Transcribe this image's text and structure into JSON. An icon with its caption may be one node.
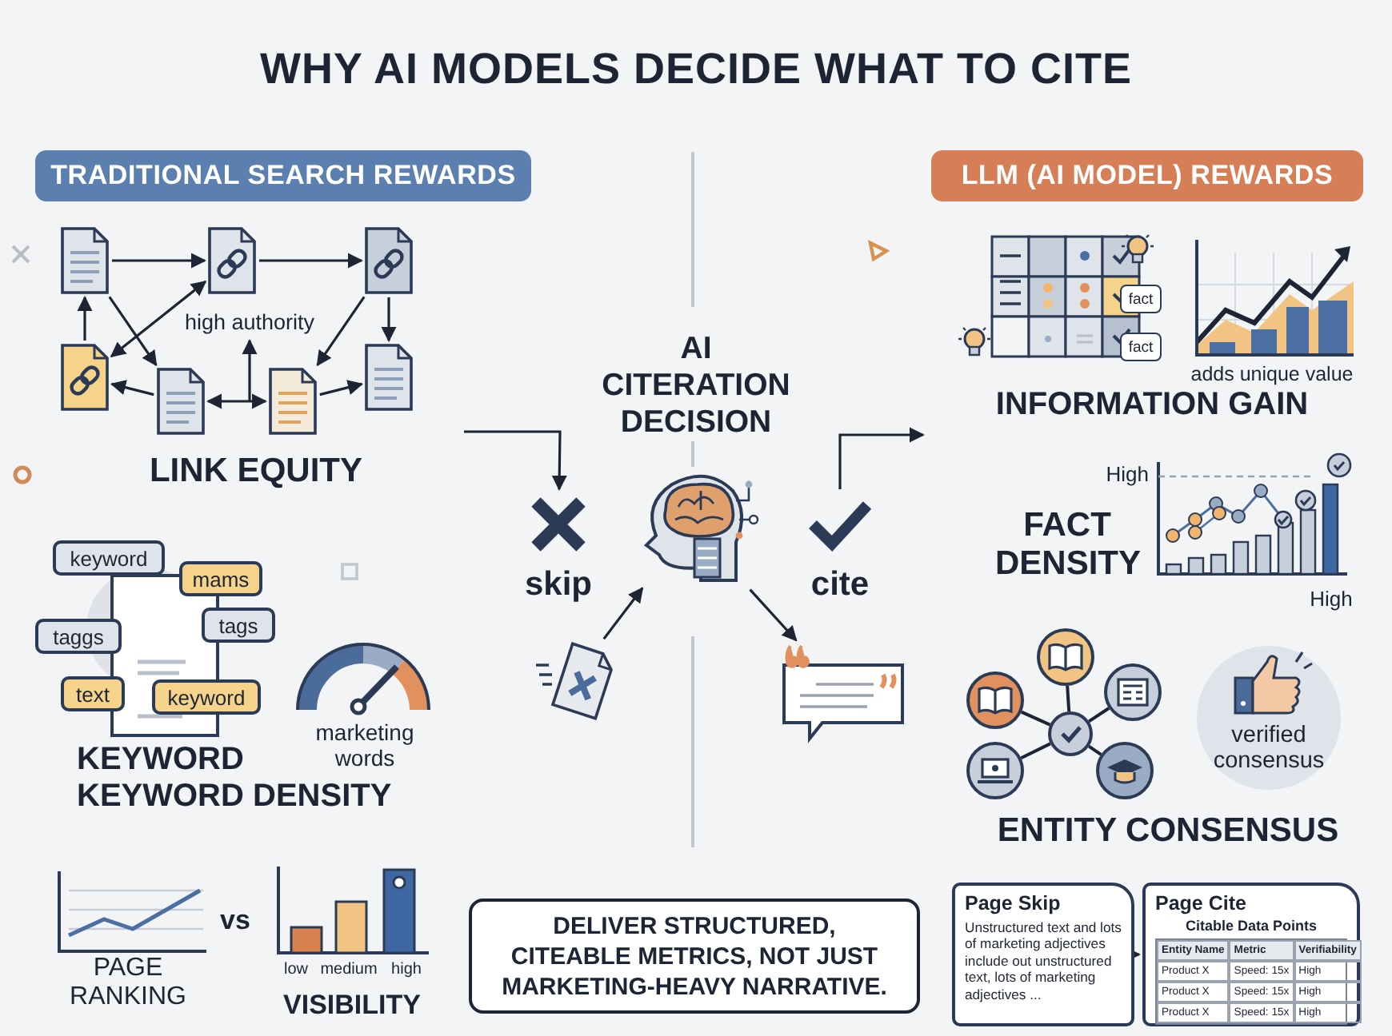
{
  "diagram": {
    "title": "WHY AI MODELS DECIDE WHAT TO CITE",
    "nodes": [
      {
        "text": [
          "TRADITIONAL SEARCH REWARDS"
        ]
      },
      {
        "text": [
          "LLM (AI MODEL) REWARDS"
        ]
      },
      {
        "text": [],
        "shape": "picture"
      },
      {
        "text": [],
        "shape": "picture"
      },
      {
        "text": [],
        "shape": "picture"
      },
      {
        "text": [],
        "shape": "picture"
      },
      {
        "text": [],
        "shape": "picture"
      },
      {
        "text": [],
        "shape": "picture"
      },
      {
        "text": [],
        "shape": "picture"
      },
      {
        "text": [
          "high authority"
        ]
      },
      {
        "text": [
          "AI CITERATION DECISION"
        ]
      },
      {
        "text": [
          "skip"
        ]
      },
      {
        "text": [
          "cite"
        ]
      },
      {
        "text": [],
        "shape": "picture"
      },
      {
        "text": [],
        "shape": "picture"
      },
      {
        "text": [
          "DELIVER STRUCTURED, CITEABLE METRICS, NOT JUST MARKETING-HEAVY NARRATIVE."
        ]
      },
      {
        "text": [
          "keyword"
        ]
      },
      {
        "text": [
          "mams"
        ]
      },
      {
        "text": [
          "tags"
        ]
      },
      {
        "text": [
          "taggs"
        ]
      },
      {
        "text": [
          "text"
        ]
      },
      {
        "text": [
          "keyword"
        ]
      },
      {
        "text": [
          "fact"
        ]
      },
      {
        "text": [
          "fact"
        ]
      },
      {
        "text": [],
        "shape": "circle"
      },
      {
        "text": [],
        "shape": "picture"
      },
      {
        "text": [],
        "shape": "picture"
      },
      {
        "text": [],
        "shape": "picture"
      },
      {
        "text": [],
        "shape": "picture"
      },
      {
        "text": [],
        "shape": "picture"
      },
      {
        "text": [
          "verified consensus"
        ]
      },
      {
        "text": [
          "Page Skip",
          "Unstructured text and lots of marketing adjectives include out unstructured text, lots of marketing adjectives ..."
        ]
      },
      {
        "text": [
          "Page Cite",
          "Citable Data Points",
          "Entity Name",
          "Metric",
          "Verifiability",
          "Product X",
          "Speed: 15x",
          "High",
          "Product X",
          "Speed: 15x",
          "High",
          "Product X",
          "Speed: 15x",
          "High"
        ]
      }
    ],
    "edges": [
      {
        "from": 2,
        "to": 3,
        "arrow": "to"
      },
      {
        "from": 3,
        "to": 4,
        "arrow": "to"
      },
      {
        "from": 5,
        "to": 2,
        "arrow": "to"
      },
      {
        "from": 4,
        "to": 8,
        "arrow": "to"
      },
      {
        "from": 2,
        "to": 6,
        "arrow": "to"
      },
      {
        "from": 3,
        "to": 5,
        "arrow": "both"
      },
      {
        "from": 4,
        "to": 7,
        "arrow": "to"
      },
      {
        "from": 6,
        "to": 5,
        "arrow": "to"
      },
      {
        "from": 6,
        "to": 7,
        "arrow": "both"
      },
      {
        "from": null,
        "to": 9,
        "arrow": "to"
      },
      {
        "from": 7,
        "to": 8,
        "arrow": "to"
      },
      {
        "from": null,
        "to": 11,
        "arrow": "to"
      },
      {
        "from": 12,
        "to": null,
        "arrow": "to"
      },
      {
        "from": 13,
        "to": 10,
        "arrow": "to"
      },
      {
        "from": 10,
        "to": 14,
        "arrow": "to"
      },
      {
        "from": 24,
        "to": 25,
        "arrow": "none"
      },
      {
        "from": 24,
        "to": 26,
        "arrow": "none"
      },
      {
        "from": 24,
        "to": 27,
        "arrow": "none"
      },
      {
        "from": 24,
        "to": 28,
        "arrow": "none"
      },
      {
        "from": 24,
        "to": 29,
        "arrow": "none"
      },
      {
        "from": 31,
        "to": 32,
        "arrow": "to"
      }
    ],
    "labels": [
      "LINK EQUITY",
      "KEYWORD KEYWORD DENSITY",
      "marketing words",
      "PAGE RANKING",
      "vs",
      "low",
      "medium",
      "high",
      "VISIBILITY",
      "adds unique value",
      "INFORMATION GAIN",
      "High",
      "FACT DENSITY",
      "High",
      "ENTITY CONSENSUS"
    ]
  }
}
